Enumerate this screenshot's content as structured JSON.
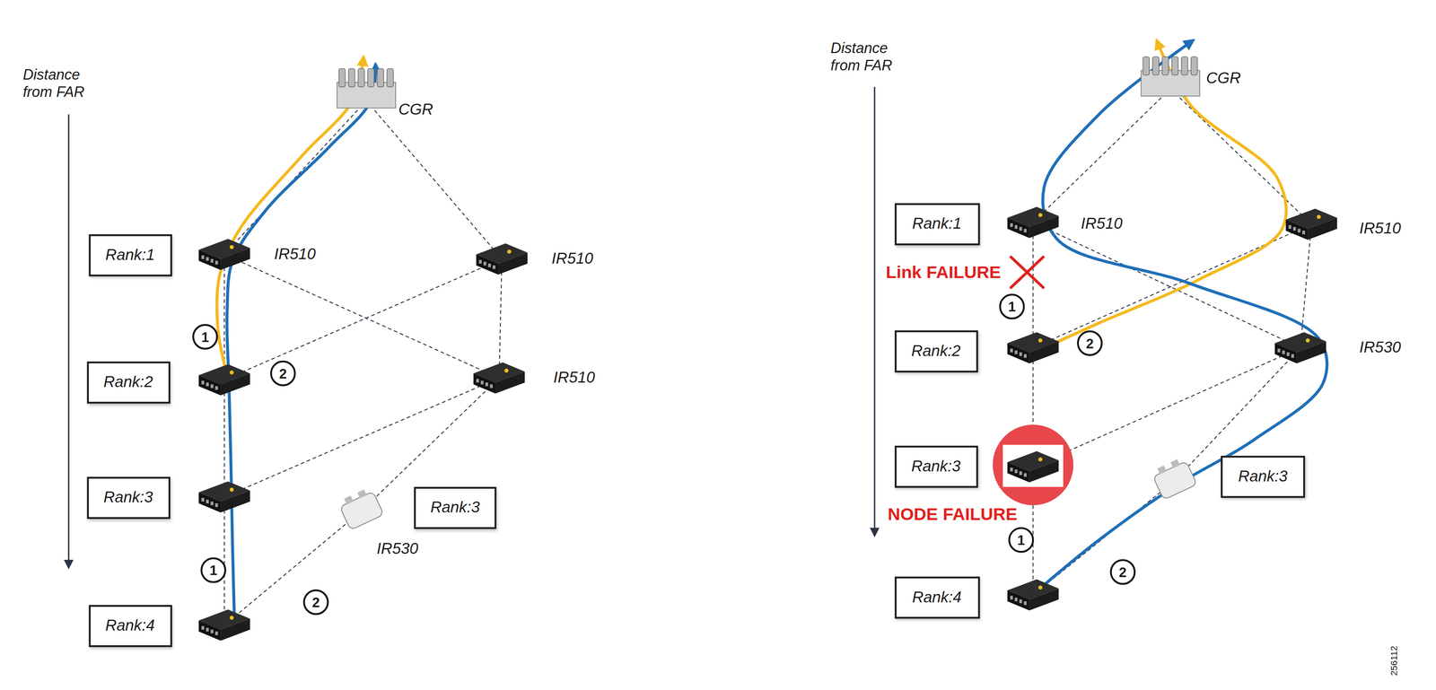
{
  "diagram": {
    "nodes": [
      {
        "text": [
          "Rank:1"
        ]
      },
      {
        "text": [
          "Rank:2"
        ]
      },
      {
        "text": [
          "Rank:3"
        ]
      },
      {
        "text": [
          "Rank:3"
        ]
      },
      {
        "text": [
          "Rank:4"
        ]
      },
      {
        "text": [
          "Rank:1"
        ]
      },
      {
        "text": [
          "Rank:2"
        ]
      },
      {
        "text": [
          "Rank:3"
        ]
      },
      {
        "text": [
          "Rank:3"
        ]
      },
      {
        "text": [
          "Rank:4"
        ]
      }
    ],
    "labels": [
      "Distance from FAR",
      "CGR",
      "IR510",
      "IR510",
      "IR510",
      "IR530",
      "1",
      "2",
      "1",
      "2",
      "Distance from FAR",
      "CGR",
      "IR510",
      "IR510",
      "IR530",
      "Link FAILURE",
      "NODE FAILURE",
      "1",
      "2",
      "1",
      "2",
      "256112"
    ]
  }
}
